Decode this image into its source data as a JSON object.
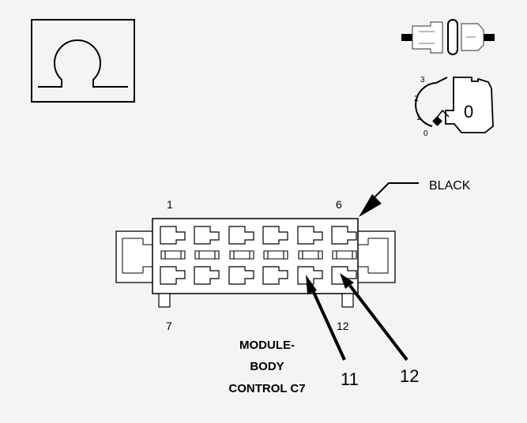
{
  "symbol": {
    "icon": "ohm-icon"
  },
  "connector_icon": {
    "icon": "connector-icon"
  },
  "ignition": {
    "icon": "ignition-key-icon",
    "positions": [
      "3",
      "2",
      "1",
      "0"
    ],
    "key_label": "0"
  },
  "connector": {
    "color_label": "BLACK",
    "pin_top_left": "1",
    "pin_top_right": "6",
    "pin_bottom_left": "7",
    "pin_bottom_right": "12",
    "name_lines": [
      "MODULE-",
      "BODY",
      "CONTROL C7"
    ]
  },
  "callouts": [
    "11",
    "12"
  ]
}
